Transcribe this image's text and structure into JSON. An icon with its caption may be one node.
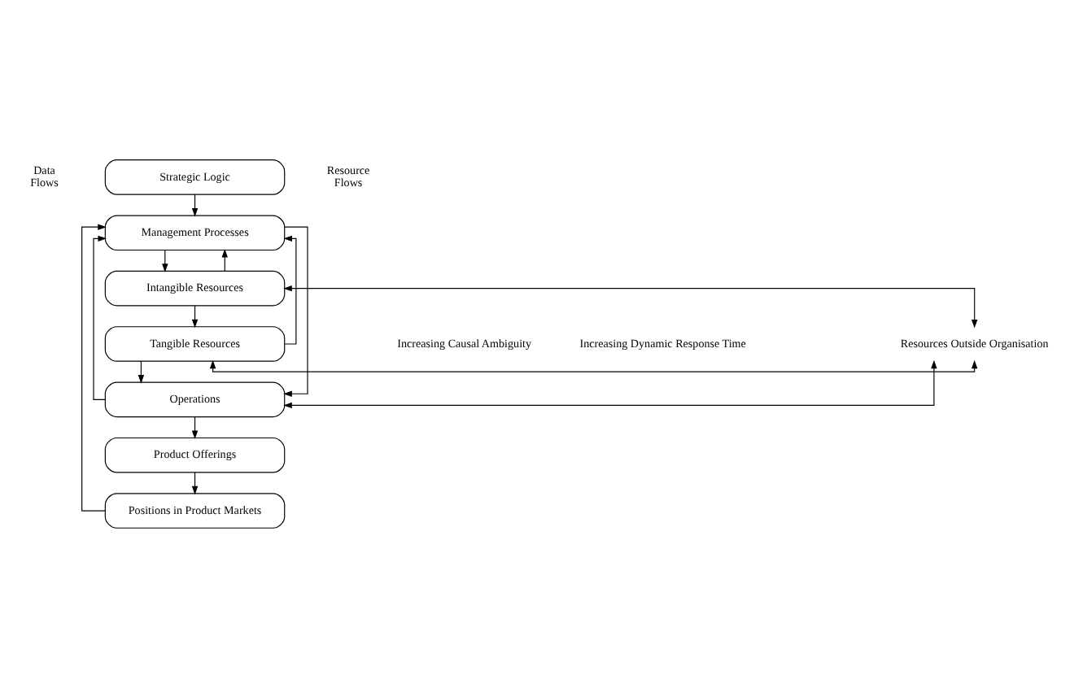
{
  "diagram": {
    "nodes": [
      {
        "text": [
          "Strategic Logic"
        ]
      },
      {
        "text": [
          "Management Processes"
        ]
      },
      {
        "text": [
          "Intangible Resources"
        ]
      },
      {
        "text": [
          "Tangible Resources"
        ]
      },
      {
        "text": [
          "Operations"
        ]
      },
      {
        "text": [
          "Product Offerings"
        ]
      },
      {
        "text": [
          "Positions in Product Markets"
        ]
      },
      {
        "text": [
          "Resources Outside Organisation"
        ]
      }
    ],
    "edges": [
      {
        "from": 0,
        "to": 1,
        "arrow": "to"
      },
      {
        "from": 1,
        "to": 2,
        "arrow": "to"
      },
      {
        "from": 2,
        "to": 3,
        "arrow": "to"
      },
      {
        "from": 3,
        "to": 4,
        "arrow": "to"
      },
      {
        "from": 4,
        "to": 5,
        "arrow": "to"
      },
      {
        "from": 5,
        "to": 6,
        "arrow": "to"
      },
      {
        "from": 6,
        "to": 1,
        "arrow": "to"
      },
      {
        "from": 2,
        "to": 1,
        "arrow": "to"
      },
      {
        "from": 3,
        "to": 1,
        "arrow": "to"
      },
      {
        "from": 4,
        "to": 1,
        "arrow": "to"
      },
      {
        "from": 1,
        "to": 4,
        "arrow": "to"
      },
      {
        "from": 2,
        "to": 7,
        "arrow": "both"
      },
      {
        "from": 3,
        "to": 7,
        "arrow": "both"
      },
      {
        "from": 4,
        "to": 7,
        "arrow": "both"
      }
    ],
    "labels": [
      "Data Flows",
      "Resource Flows",
      "Increasing Causal Ambiguity",
      "Increasing Dynamic Response Time"
    ]
  }
}
